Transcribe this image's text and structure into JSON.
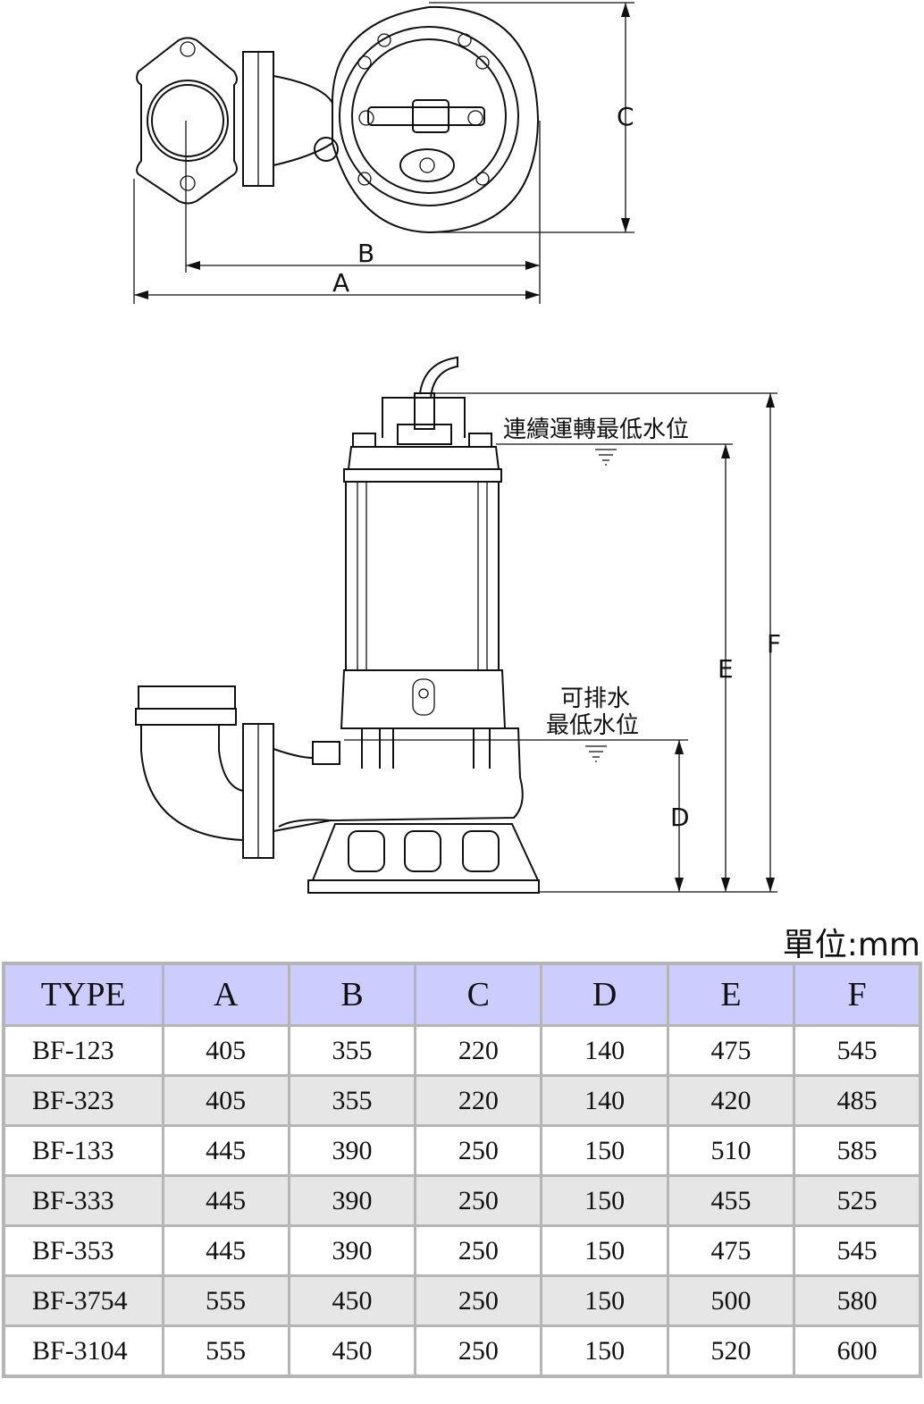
{
  "drawing": {
    "top_view_labels": {
      "a": "A",
      "b": "B",
      "c": "C"
    },
    "side_view_labels": {
      "d": "D",
      "e": "E",
      "f": "F"
    },
    "water_level_continuous": "連續運轉最低水位",
    "water_level_drain_line1": "可排水",
    "water_level_drain_line2": "最低水位"
  },
  "unit_label": "單位:mm",
  "table": {
    "headers": [
      "TYPE",
      "A",
      "B",
      "C",
      "D",
      "E",
      "F"
    ],
    "rows": [
      [
        "BF-123",
        "405",
        "355",
        "220",
        "140",
        "475",
        "545"
      ],
      [
        "BF-323",
        "405",
        "355",
        "220",
        "140",
        "420",
        "485"
      ],
      [
        "BF-133",
        "445",
        "390",
        "250",
        "150",
        "510",
        "585"
      ],
      [
        "BF-333",
        "445",
        "390",
        "250",
        "150",
        "455",
        "525"
      ],
      [
        "BF-353",
        "445",
        "390",
        "250",
        "150",
        "475",
        "545"
      ],
      [
        "BF-3754",
        "555",
        "450",
        "250",
        "150",
        "500",
        "580"
      ],
      [
        "BF-3104",
        "555",
        "450",
        "250",
        "150",
        "520",
        "600"
      ]
    ]
  },
  "colors": {
    "header_bg": "#ccccff",
    "alt_row_bg": "#e6e6e6",
    "border": "#b5b5b5"
  }
}
